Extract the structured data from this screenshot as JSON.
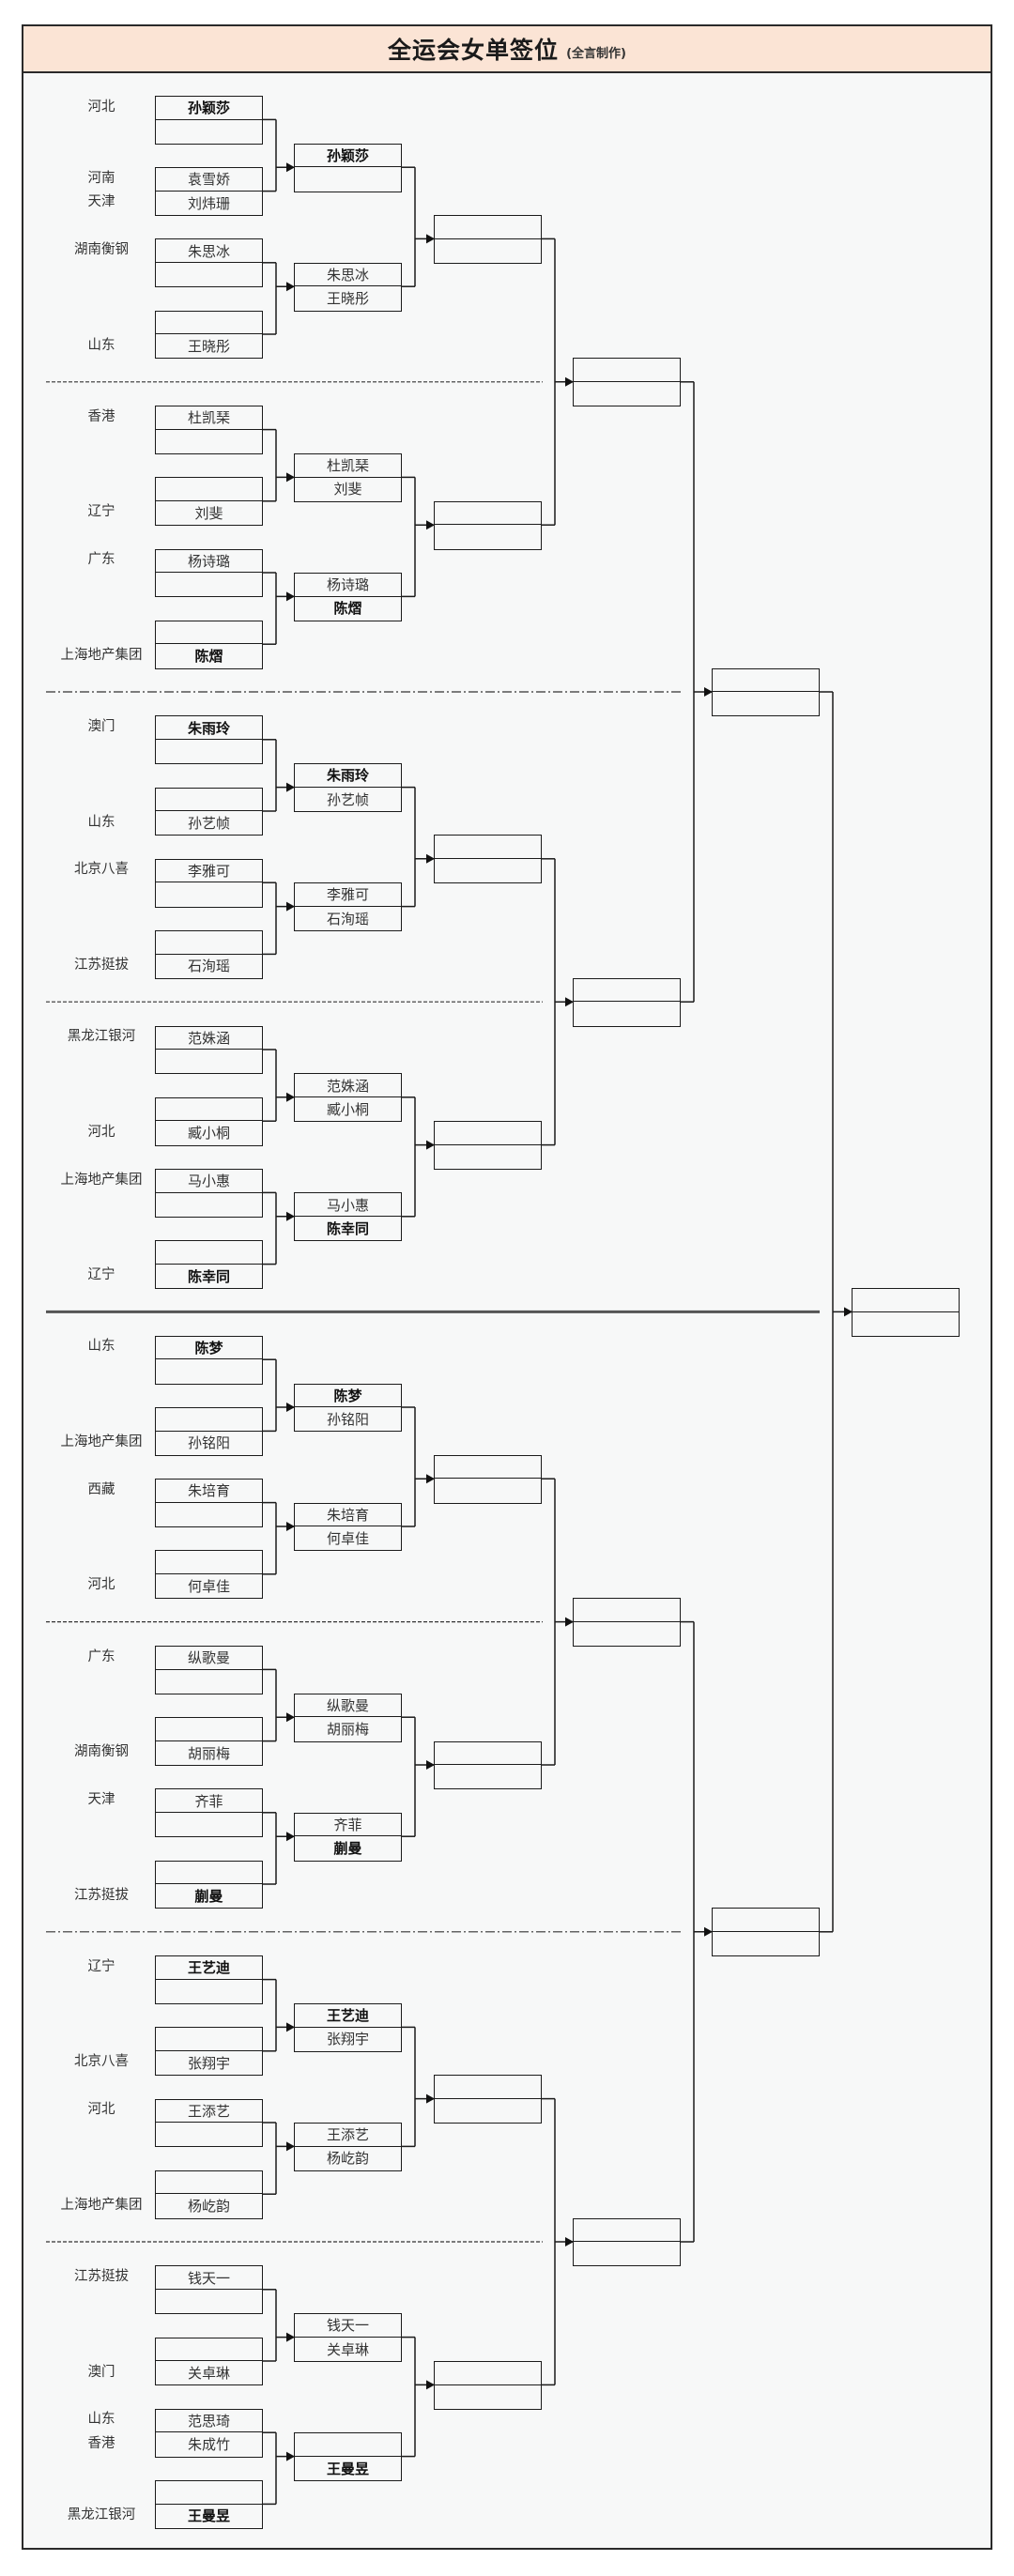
{
  "title": "全运会女单签位",
  "subtitle": "(全言制作)",
  "colors": {
    "title_bar": "#fbe4d5",
    "background": "#f7f8f8",
    "line": "#1b1b1b"
  },
  "sections": [
    {
      "r1": [
        {
          "top": {
            "team": "河北",
            "name": "孙颖莎",
            "bold": true
          },
          "bottom": {
            "team": "",
            "name": ""
          }
        },
        {
          "top": {
            "team": "河南",
            "name": "袁雪娇"
          },
          "bottom": {
            "team": "天津",
            "name": "刘炜珊"
          }
        },
        {
          "top": {
            "team": "湖南衡钢",
            "name": "朱思冰"
          },
          "bottom": {
            "team": "",
            "name": ""
          }
        },
        {
          "top": {
            "team": "",
            "name": ""
          },
          "bottom": {
            "team": "山东",
            "name": "王晓彤"
          }
        }
      ],
      "r2": [
        {
          "top": {
            "name": "孙颖莎",
            "bold": true
          },
          "bottom": {
            "name": ""
          }
        },
        {
          "top": {
            "name": "朱思冰"
          },
          "bottom": {
            "name": "王晓彤"
          }
        }
      ]
    },
    {
      "r1": [
        {
          "top": {
            "team": "香港",
            "name": "杜凯琹"
          },
          "bottom": {
            "team": "",
            "name": ""
          }
        },
        {
          "top": {
            "team": "",
            "name": ""
          },
          "bottom": {
            "team": "辽宁",
            "name": "刘斐"
          }
        },
        {
          "top": {
            "team": "广东",
            "name": "杨诗璐"
          },
          "bottom": {
            "team": "",
            "name": ""
          }
        },
        {
          "top": {
            "team": "",
            "name": ""
          },
          "bottom": {
            "team": "上海地产集团",
            "name": "陈熠",
            "bold": true
          }
        }
      ],
      "r2": [
        {
          "top": {
            "name": "杜凯琹"
          },
          "bottom": {
            "name": "刘斐"
          }
        },
        {
          "top": {
            "name": "杨诗璐"
          },
          "bottom": {
            "name": "陈熠",
            "bold": true
          }
        }
      ]
    },
    {
      "r1": [
        {
          "top": {
            "team": "澳门",
            "name": "朱雨玲",
            "bold": true
          },
          "bottom": {
            "team": "",
            "name": ""
          }
        },
        {
          "top": {
            "team": "",
            "name": ""
          },
          "bottom": {
            "team": "山东",
            "name": "孙艺帧"
          }
        },
        {
          "top": {
            "team": "北京八喜",
            "name": "李雅可"
          },
          "bottom": {
            "team": "",
            "name": ""
          }
        },
        {
          "top": {
            "team": "",
            "name": ""
          },
          "bottom": {
            "team": "江苏挺拔",
            "name": "石洵瑶"
          }
        }
      ],
      "r2": [
        {
          "top": {
            "name": "朱雨玲",
            "bold": true
          },
          "bottom": {
            "name": "孙艺帧"
          }
        },
        {
          "top": {
            "name": "李雅可"
          },
          "bottom": {
            "name": "石洵瑶"
          }
        }
      ]
    },
    {
      "r1": [
        {
          "top": {
            "team": "黑龙江银河",
            "name": "范姝涵"
          },
          "bottom": {
            "team": "",
            "name": ""
          }
        },
        {
          "top": {
            "team": "",
            "name": ""
          },
          "bottom": {
            "team": "河北",
            "name": "臧小桐"
          }
        },
        {
          "top": {
            "team": "上海地产集团",
            "name": "马小惠"
          },
          "bottom": {
            "team": "",
            "name": ""
          }
        },
        {
          "top": {
            "team": "",
            "name": ""
          },
          "bottom": {
            "team": "辽宁",
            "name": "陈幸同",
            "bold": true
          }
        }
      ],
      "r2": [
        {
          "top": {
            "name": "范姝涵"
          },
          "bottom": {
            "name": "臧小桐"
          }
        },
        {
          "top": {
            "name": "马小惠"
          },
          "bottom": {
            "name": "陈幸同",
            "bold": true
          }
        }
      ]
    },
    {
      "r1": [
        {
          "top": {
            "team": "山东",
            "name": "陈梦",
            "bold": true
          },
          "bottom": {
            "team": "",
            "name": ""
          }
        },
        {
          "top": {
            "team": "",
            "name": ""
          },
          "bottom": {
            "team": "上海地产集团",
            "name": "孙铭阳"
          }
        },
        {
          "top": {
            "team": "西藏",
            "name": "朱培育"
          },
          "bottom": {
            "team": "",
            "name": ""
          }
        },
        {
          "top": {
            "team": "",
            "name": ""
          },
          "bottom": {
            "team": "河北",
            "name": "何卓佳"
          }
        }
      ],
      "r2": [
        {
          "top": {
            "name": "陈梦",
            "bold": true
          },
          "bottom": {
            "name": "孙铭阳"
          }
        },
        {
          "top": {
            "name": "朱培育"
          },
          "bottom": {
            "name": "何卓佳"
          }
        }
      ]
    },
    {
      "r1": [
        {
          "top": {
            "team": "广东",
            "name": "纵歌曼"
          },
          "bottom": {
            "team": "",
            "name": ""
          }
        },
        {
          "top": {
            "team": "",
            "name": ""
          },
          "bottom": {
            "team": "湖南衡钢",
            "name": "胡丽梅"
          }
        },
        {
          "top": {
            "team": "天津",
            "name": "齐菲"
          },
          "bottom": {
            "team": "",
            "name": ""
          }
        },
        {
          "top": {
            "team": "",
            "name": ""
          },
          "bottom": {
            "team": "江苏挺拔",
            "name": "蒯曼",
            "bold": true
          }
        }
      ],
      "r2": [
        {
          "top": {
            "name": "纵歌曼"
          },
          "bottom": {
            "name": "胡丽梅"
          }
        },
        {
          "top": {
            "name": "齐菲"
          },
          "bottom": {
            "name": "蒯曼",
            "bold": true
          }
        }
      ]
    },
    {
      "r1": [
        {
          "top": {
            "team": "辽宁",
            "name": "王艺迪",
            "bold": true
          },
          "bottom": {
            "team": "",
            "name": ""
          }
        },
        {
          "top": {
            "team": "",
            "name": ""
          },
          "bottom": {
            "team": "北京八喜",
            "name": "张翔宇"
          }
        },
        {
          "top": {
            "team": "河北",
            "name": "王添艺"
          },
          "bottom": {
            "team": "",
            "name": ""
          }
        },
        {
          "top": {
            "team": "",
            "name": ""
          },
          "bottom": {
            "team": "上海地产集团",
            "name": "杨屹韵"
          }
        }
      ],
      "r2": [
        {
          "top": {
            "name": "王艺迪",
            "bold": true
          },
          "bottom": {
            "name": "张翔宇"
          }
        },
        {
          "top": {
            "name": "王添艺"
          },
          "bottom": {
            "name": "杨屹韵"
          }
        }
      ]
    },
    {
      "r1": [
        {
          "top": {
            "team": "江苏挺拔",
            "name": "钱天一"
          },
          "bottom": {
            "team": "",
            "name": ""
          }
        },
        {
          "top": {
            "team": "",
            "name": ""
          },
          "bottom": {
            "team": "澳门",
            "name": "关卓琳"
          }
        },
        {
          "top": {
            "team": "山东",
            "name": "范思琦"
          },
          "bottom": {
            "team": "香港",
            "name": "朱成竹"
          }
        },
        {
          "top": {
            "team": "",
            "name": ""
          },
          "bottom": {
            "team": "黑龙江银河",
            "name": "王曼昱",
            "bold": true
          }
        }
      ],
      "r2": [
        {
          "top": {
            "name": "钱天一"
          },
          "bottom": {
            "name": "关卓琳"
          }
        },
        {
          "top": {
            "name": ""
          },
          "bottom": {
            "name": "王曼昱",
            "bold": true
          }
        }
      ]
    }
  ]
}
